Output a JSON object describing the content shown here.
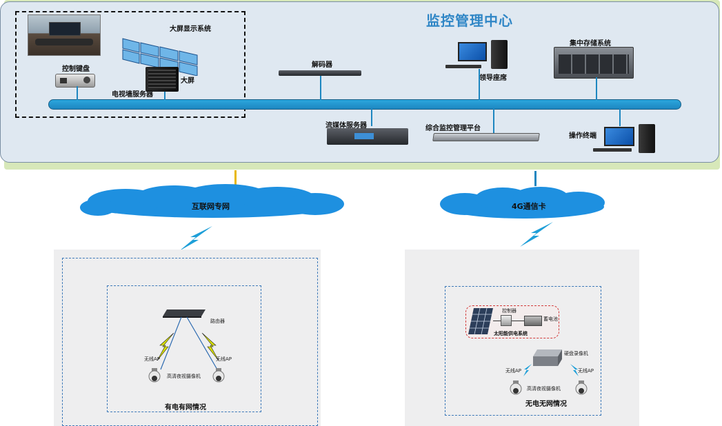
{
  "center": {
    "title": "监控管理中心"
  },
  "devices": {
    "big_screen_system": "大屏显示系统",
    "control_keyboard": "控制键盘",
    "big_screen": "大屏",
    "tv_wall_server": "电视墙服务器",
    "decoder": "解码器",
    "leader_seat": "领导座席",
    "central_storage": "集中存储系统",
    "streaming_server": "流媒体服务器",
    "management_platform": "综合监控管理平台",
    "operator_terminal": "操作终端"
  },
  "networks": {
    "internet": "互联网专网",
    "cellular": "4G通信卡"
  },
  "site_wired": {
    "router": "路由器",
    "ap_left": "无线AP",
    "ap_right": "无线AP",
    "camera": "高清夜视摄像机",
    "caption": "有电有网情况"
  },
  "site_solar": {
    "controller": "控制器",
    "battery": "蓄电池",
    "solar_system": "太阳能供电系统",
    "nvr": "硬盘录像机",
    "ap_left": "无线AP",
    "ap_right": "无线AP",
    "camera": "高清夜视摄像机",
    "caption": "无电无网情况"
  },
  "colors": {
    "bus": "#1d86c0",
    "title": "#2f86c6",
    "cloud": "#1e90e0",
    "lightning": "#1e9fd8"
  }
}
